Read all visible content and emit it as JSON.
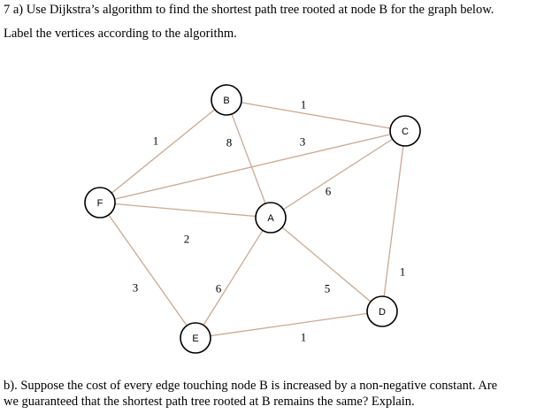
{
  "question": {
    "line1": "7 a) Use Dijkstra’s algorithm to find the shortest path tree rooted at node B for the graph below.",
    "line2": "Label the vertices according to the algorithm.",
    "part_b_line1": "b). Suppose the cost of every edge touching node B is increased by a non-negative constant. Are",
    "part_b_line2": "we guaranteed that the shortest path tree rooted at B remains the same? Explain."
  },
  "graph": {
    "nodes": [
      {
        "id": "B",
        "label": "B"
      },
      {
        "id": "C",
        "label": "C"
      },
      {
        "id": "F",
        "label": "F"
      },
      {
        "id": "A",
        "label": "A"
      },
      {
        "id": "D",
        "label": "D"
      },
      {
        "id": "E",
        "label": "E"
      }
    ],
    "edges": [
      {
        "from": "B",
        "to": "C",
        "weight": "1"
      },
      {
        "from": "B",
        "to": "F",
        "weight": "1"
      },
      {
        "from": "B",
        "to": "A",
        "weight": "8"
      },
      {
        "from": "F",
        "to": "C",
        "weight": "3"
      },
      {
        "from": "A",
        "to": "C",
        "weight": "6"
      },
      {
        "from": "F",
        "to": "A",
        "weight": "2"
      },
      {
        "from": "F",
        "to": "E",
        "weight": "3"
      },
      {
        "from": "A",
        "to": "E",
        "weight": "6"
      },
      {
        "from": "A",
        "to": "D",
        "weight": "5"
      },
      {
        "from": "C",
        "to": "D",
        "weight": "1"
      },
      {
        "from": "E",
        "to": "D",
        "weight": "1"
      }
    ],
    "edge_color": "#c9aa93"
  }
}
